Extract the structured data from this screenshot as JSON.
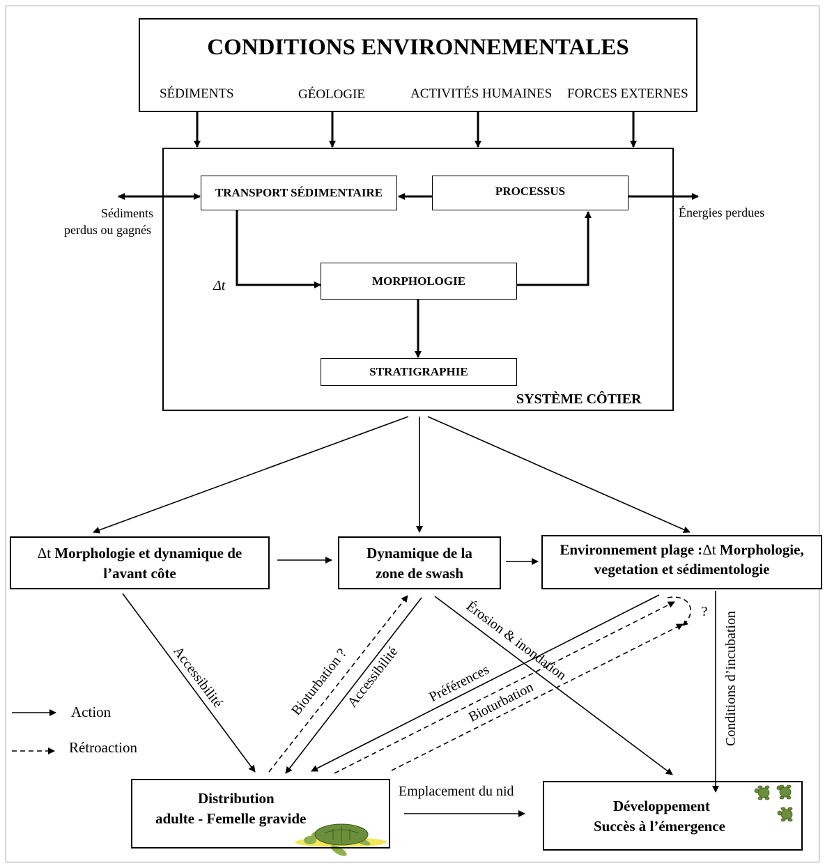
{
  "env": {
    "title": "CONDITIONS ENVIRONNEMENTALES",
    "factors": [
      "SÉDIMENTS",
      "GÉOLOGIE",
      "ACTIVITÉS HUMAINES",
      "FORCES EXTERNES"
    ]
  },
  "coastal": {
    "system_label": "SYSTÈME CÔTIER",
    "transport": "TRANSPORT SÉDIMENTAIRE",
    "processus": "PROCESSUS",
    "morphologie": "MORPHOLOGIE",
    "stratigraphie": "STRATIGRAPHIE",
    "sediments_lost_line1": "Sédiments",
    "sediments_lost_line2": "perdus ou gagnés",
    "energies_lost": "Énergies perdues",
    "delta_t": "Δt"
  },
  "middle": {
    "foreshore_delta": "Δt",
    "foreshore_line1": "Morphologie et dynamique de",
    "foreshore_line2": "l’avant côte",
    "swash_line1": "Dynamique de la",
    "swash_line2": "zone de swash",
    "beach_line1_a": "Environnement plage :",
    "beach_line1_delta": "Δt",
    "beach_line1_b": "Morphologie,",
    "beach_line2": "vegetation et sédimentologie"
  },
  "bottom": {
    "distribution_line1": "Distribution",
    "distribution_line2": "adulte - Femelle gravide",
    "development_line1": "Développement",
    "development_line2": "Succès à l’émergence",
    "nest_location": "Emplacement du nid"
  },
  "edge_labels": {
    "accessibilite_left": "Accessibilité",
    "bioturbation_q": "Bioturbation ?",
    "accessibilite_mid": "Accessibilité",
    "erosion": "Érosion & inondation",
    "preferences": "Préférences",
    "bioturbation": "Bioturbation",
    "incubation": "Conditions d’incubation",
    "question": "?"
  },
  "legend": {
    "action": "Action",
    "retroaction": "Rétroaction"
  },
  "colors": {
    "line": "#000000",
    "turtle_shell": "#6b8e3a",
    "turtle_skin": "#8fb04e",
    "sand": "#f2e65a"
  },
  "icons": [
    "turtle-icon",
    "hatchling-icon"
  ]
}
